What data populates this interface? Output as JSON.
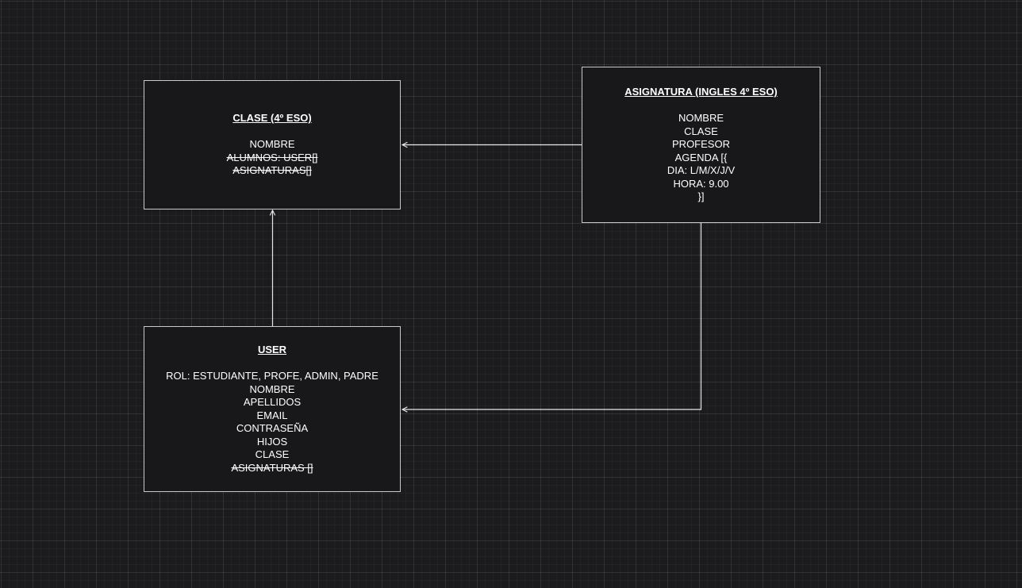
{
  "nodes": {
    "clase": {
      "title": "CLASE (4º ESO)",
      "lines": [
        {
          "text": "NOMBRE",
          "struck": false
        },
        {
          "text": "ALUMNOS: USER[]",
          "struck": true
        },
        {
          "text": "ASIGNATURAS[]",
          "struck": true
        }
      ]
    },
    "asignatura": {
      "title": "ASIGNATURA (INGLES 4º ESO)",
      "lines": [
        {
          "text": "NOMBRE",
          "struck": false
        },
        {
          "text": "CLASE",
          "struck": false
        },
        {
          "text": "PROFESOR",
          "struck": false
        },
        {
          "text": "AGENDA [{",
          "struck": false
        },
        {
          "text": "DIA: L/M/X/J/V",
          "struck": false
        },
        {
          "text": "HORA: 9.00",
          "struck": false
        },
        {
          "text": "}]",
          "struck": false
        }
      ]
    },
    "user": {
      "title": "USER",
      "lines": [
        {
          "text": "ROL: ESTUDIANTE, PROFE, ADMIN, PADRE",
          "struck": false
        },
        {
          "text": "NOMBRE",
          "struck": false
        },
        {
          "text": "APELLIDOS",
          "struck": false
        },
        {
          "text": "EMAIL",
          "struck": false
        },
        {
          "text": "CONTRASEÑA",
          "struck": false
        },
        {
          "text": "HIJOS",
          "struck": false
        },
        {
          "text": "CLASE",
          "struck": false
        },
        {
          "text": "ASIGNATURAS []",
          "struck": true
        }
      ]
    }
  },
  "connections": [
    {
      "from": "asignatura",
      "to": "clase"
    },
    {
      "from": "user",
      "to": "clase"
    },
    {
      "from": "asignatura",
      "to": "user"
    }
  ],
  "colors": {
    "background": "#1b1a1d",
    "node_fill": "#18171a",
    "stroke": "#c9c9cc",
    "text": "#ffffff"
  }
}
